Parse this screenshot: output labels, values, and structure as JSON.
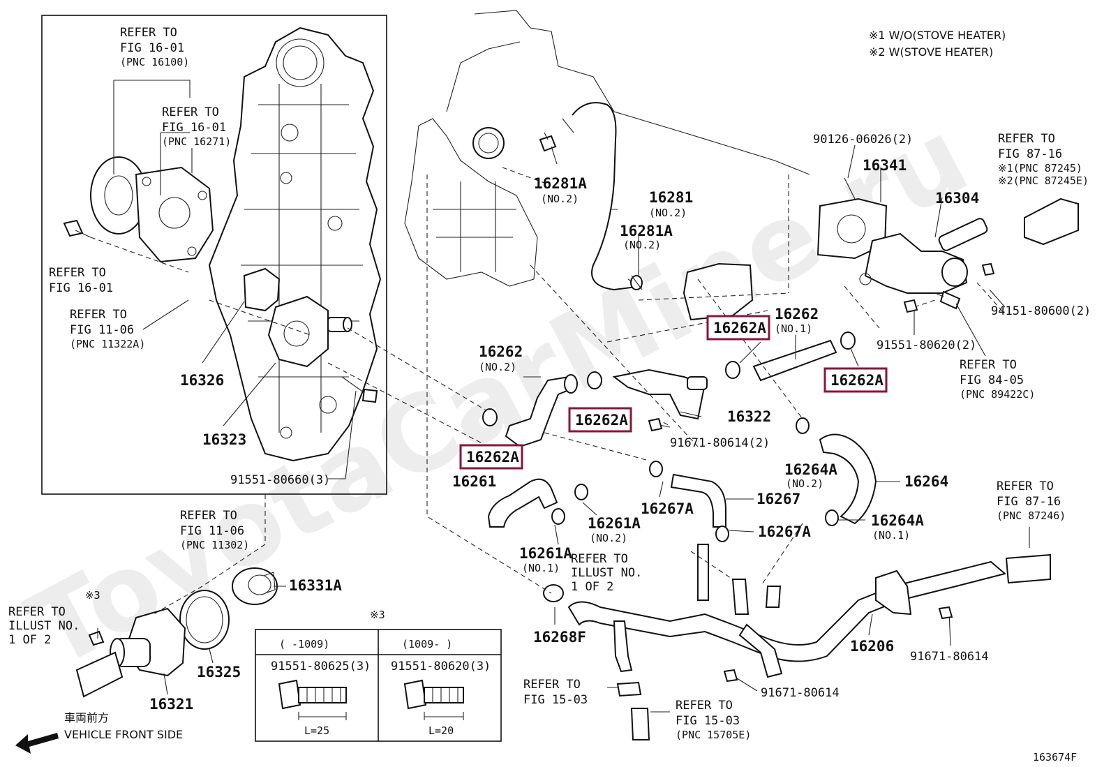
{
  "watermark": "ToyotaCarMine.ru",
  "notes": {
    "n1": "※1 W/O(STOVE HEATER)",
    "n2": "※2 W(STOVE HEATER)"
  },
  "refs": {
    "r1601_a": [
      "REFER TO",
      "FIG 16-01",
      "(PNC 16100)"
    ],
    "r1601_b": [
      "REFER TO",
      "FIG 16-01",
      "(PNC 16271)"
    ],
    "r1601_c": [
      "REFER TO",
      "FIG 16-01"
    ],
    "r1106_a": [
      "REFER TO",
      "FIG 11-06",
      "(PNC 11322A)"
    ],
    "r1106_b": [
      "REFER TO",
      "FIG 11-06",
      "(PNC 11302)"
    ],
    "r8716_a": [
      "REFER TO",
      "FIG 87-16",
      "※1(PNC 87245)",
      "※2(PNC 87245E)"
    ],
    "r8405": [
      "REFER TO",
      "FIG 84-05",
      "(PNC 89422C)"
    ],
    "r8716_b": [
      "REFER TO",
      "FIG 87-16",
      "(PNC 87246)"
    ],
    "rillust_a": [
      "REFER TO",
      "ILLUST NO.",
      "1 OF 2"
    ],
    "rillust_b": [
      "REFER TO",
      "ILLUST NO.",
      "1 OF 2"
    ],
    "r1503_a": [
      "REFER TO",
      "FIG 15-03"
    ],
    "r1503_b": [
      "REFER TO",
      "FIG 15-03",
      "(PNC 15705E)"
    ]
  },
  "parts": {
    "p16326": "16326",
    "p16323": "16323",
    "p9155180660": "91551-80660(3)",
    "p16281A_1": "16281A",
    "p16281A_1_sub": "(NO.2)",
    "p16281": "16281",
    "p16281_sub": "(NO.2)",
    "p16281A_2": "16281A",
    "p16281A_2_sub": "(NO.2)",
    "p9012606026": "90126-06026(2)",
    "p16341": "16341",
    "p16304": "16304",
    "p9415180600": "94151-80600(2)",
    "p16262_1": "16262",
    "p16262_1_sub": "(NO.1)",
    "p9155180620": "91551-80620(2)",
    "p16262_2": "16262",
    "p16262_2_sub": "(NO.2)",
    "p16322": "16322",
    "p9167180614_2": "91671-80614(2)",
    "p16264A_2": "16264A",
    "p16264A_2_sub": "(NO.2)",
    "p16264": "16264",
    "p16261": "16261",
    "p16267": "16267",
    "p16267A_1": "16267A",
    "p16267A_2": "16267A",
    "p16261A_2": "16261A",
    "p16261A_2_sub": "(NO.2)",
    "p16264A_1": "16264A",
    "p16264A_1_sub": "(NO.1)",
    "p16261A_1": "16261A",
    "p16261A_1_sub": "(NO.1)",
    "p16331A": "16331A",
    "p16268F": "16268F",
    "p16206": "16206",
    "p9167180614_a": "91671-80614",
    "p9167180614_b": "91671-80614",
    "p16325": "16325",
    "p16321": "16321",
    "mark3_a": "※3",
    "mark3_b": "※3"
  },
  "highlighted": {
    "h1": "16262A",
    "h2": "16262A",
    "h3": "16262A",
    "h4": "16262A"
  },
  "bolt_table": {
    "col1_header": "(    -1009)",
    "col2_header": "(1009-    )",
    "col1_part": "91551-80625(3)",
    "col2_part": "91551-80620(3)",
    "col1_len": "L=25",
    "col2_len": "L=20"
  },
  "front": {
    "jp": "車両前方",
    "en": "VEHICLE FRONT SIDE"
  },
  "figure_id": "163674F"
}
